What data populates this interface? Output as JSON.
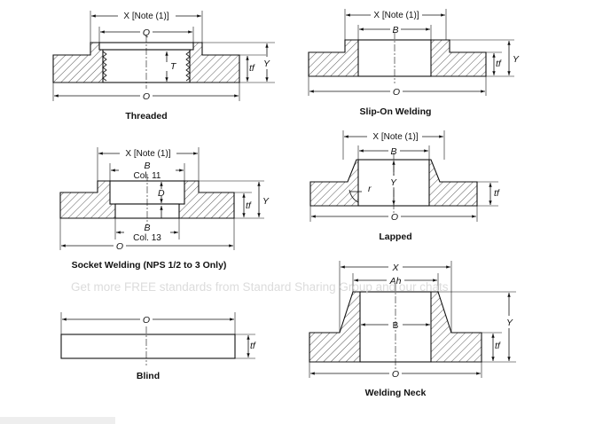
{
  "watermark": "Get more FREE standards from Standard Sharing Group and our chats",
  "views": {
    "threaded": {
      "caption": "Threaded",
      "x_label": "X [Note (1)]",
      "q": "Q",
      "t": "T",
      "tf": "tf",
      "y": "Y",
      "o": "O"
    },
    "slipon": {
      "caption": "Slip-On Welding",
      "x_label": "X [Note (1)]",
      "b": "B",
      "tf": "tf",
      "y": "Y",
      "o": "O"
    },
    "socket": {
      "caption": "Socket Welding (NPS 1/2 to 3 Only)",
      "x_label": "X [Note (1)]",
      "b_top": "B",
      "col11": "Col. 11",
      "d": "D",
      "tf": "tf",
      "y": "Y",
      "b_bot": "B",
      "col13": "Col. 13",
      "o": "O"
    },
    "lapped": {
      "caption": "Lapped",
      "x_label": "X [Note (1)]",
      "b": "B",
      "y": "Y",
      "r": "r",
      "tf": "tf",
      "o": "O"
    },
    "blind": {
      "caption": "Blind",
      "o": "O",
      "tf": "tf"
    },
    "weldneck": {
      "caption": "Welding Neck",
      "x": "X",
      "ah": "Ah",
      "b": "B",
      "y": "Y",
      "tf": "tf",
      "o": "O"
    }
  },
  "icons": [
    "arrowhead",
    "hatch-pattern"
  ]
}
